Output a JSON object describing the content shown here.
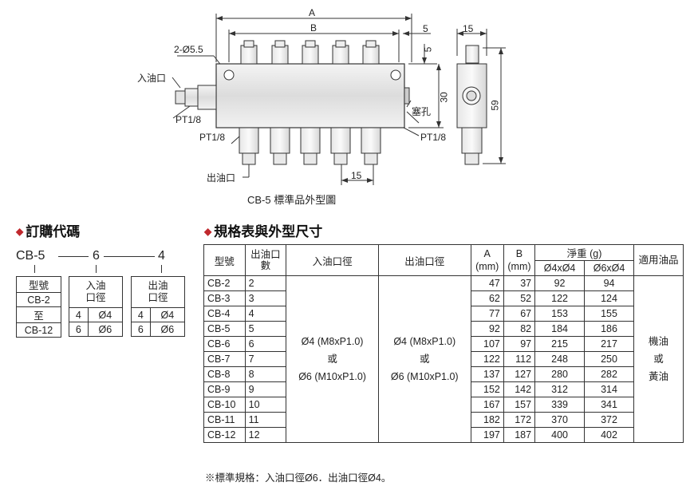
{
  "drawing": {
    "dim_A": "A",
    "dim_B": "B",
    "dim_5": "5",
    "dim_15_top": "15",
    "dim_5_vert": "5",
    "dim_30": "30",
    "dim_59": "59",
    "dim_15_bottom": "15",
    "hole_label": "2-Ø5.5",
    "inlet_label": "入油口",
    "pt_left": "PT1/8",
    "pt_bottom_left": "PT1/8",
    "plug_label": "塞孔",
    "pt_right": "PT1/8",
    "outlet_label": "出油口",
    "caption": "CB-5 標準品外型圖"
  },
  "order": {
    "title": "訂購代碼",
    "code_model": "CB-5",
    "code_in": "6",
    "code_out": "4",
    "model_header": "型號",
    "model_rows": [
      "CB-2",
      "至",
      "CB-12"
    ],
    "in_header": "入油\n口徑",
    "out_header": "出油\n口徑",
    "in_rows": [
      [
        "4",
        "Ø4"
      ],
      [
        "6",
        "Ø6"
      ]
    ],
    "out_rows": [
      [
        "4",
        "Ø4"
      ],
      [
        "6",
        "Ø6"
      ]
    ]
  },
  "spec": {
    "title": "規格表與外型尺寸",
    "headers": {
      "model": "型號",
      "outlets": "出油口數",
      "inlet": "入油口徑",
      "outlet": "出油口徑",
      "a": "A",
      "a_unit": "(mm)",
      "b": "B",
      "b_unit": "(mm)",
      "weight": "淨重 (g)",
      "w1": "Ø4xØ4",
      "w2": "Ø6xØ4",
      "oil": "適用油品"
    },
    "inlet_text": [
      "Ø4 (M8xP1.0)",
      "或",
      "Ø6 (M10xP1.0)"
    ],
    "outlet_text": [
      "Ø4 (M8xP1.0)",
      "或",
      "Ø6 (M10xP1.0)"
    ],
    "oil_text": [
      "機油",
      "或",
      "黃油"
    ],
    "rows": [
      {
        "model": "CB-2",
        "n": "2",
        "a": "47",
        "b": "37",
        "w1": "92",
        "w2": "94"
      },
      {
        "model": "CB-3",
        "n": "3",
        "a": "62",
        "b": "52",
        "w1": "122",
        "w2": "124"
      },
      {
        "model": "CB-4",
        "n": "4",
        "a": "77",
        "b": "67",
        "w1": "153",
        "w2": "155"
      },
      {
        "model": "CB-5",
        "n": "5",
        "a": "92",
        "b": "82",
        "w1": "184",
        "w2": "186"
      },
      {
        "model": "CB-6",
        "n": "6",
        "a": "107",
        "b": "97",
        "w1": "215",
        "w2": "217"
      },
      {
        "model": "CB-7",
        "n": "7",
        "a": "122",
        "b": "112",
        "w1": "248",
        "w2": "250"
      },
      {
        "model": "CB-8",
        "n": "8",
        "a": "137",
        "b": "127",
        "w1": "280",
        "w2": "282"
      },
      {
        "model": "CB-9",
        "n": "9",
        "a": "152",
        "b": "142",
        "w1": "312",
        "w2": "314"
      },
      {
        "model": "CB-10",
        "n": "10",
        "a": "167",
        "b": "157",
        "w1": "339",
        "w2": "341"
      },
      {
        "model": "CB-11",
        "n": "11",
        "a": "182",
        "b": "172",
        "w1": "370",
        "w2": "372"
      },
      {
        "model": "CB-12",
        "n": "12",
        "a": "197",
        "b": "187",
        "w1": "400",
        "w2": "402"
      }
    ],
    "note": "※標準規格：入油口徑Ø6．出油口徑Ø4。"
  }
}
